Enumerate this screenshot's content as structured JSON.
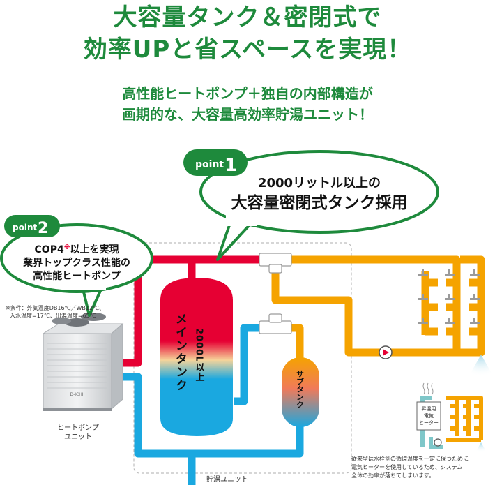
{
  "header": {
    "title_line1": "大容量タンク＆密閉式で",
    "title_line2": "効率UPと省スペースを実現！",
    "subtitle_line1": "高性能ヒートポンプ＋独自の内部構造が",
    "subtitle_line2": "画期的な、大容量高効率貯湯ユニット！"
  },
  "point1": {
    "badge_word": "point",
    "badge_num": "1",
    "line1": "2000リットル以上の",
    "line2": "大容量密閉式タンク採用"
  },
  "point2": {
    "badge_word": "point",
    "badge_num": "2",
    "line1_a": "COP4",
    "line1_mark": "※",
    "line1_b": "以上を実現",
    "line2": "業界トップクラス性能の",
    "line3": "高性能ヒートポンプ"
  },
  "condition_note": {
    "line1": "※条件：外気温度DB16℃／WB12℃、",
    "line2": "入水温度=17℃、出湯温度=65℃"
  },
  "heat_pump": {
    "brand": "D-ICHI",
    "label_line1": "ヒートポンプ",
    "label_line2": "ユニット"
  },
  "main_tank": {
    "label": "メインタンク",
    "capacity": "2000L以上"
  },
  "sub_tank": {
    "label": "サブタンク"
  },
  "storage_unit_label": "貯湯ユニット",
  "inset": {
    "heater_line1": "昇温用",
    "heater_line2": "電気",
    "heater_line3": "ヒーター"
  },
  "footnote": {
    "line1": "従来型は水栓側の循環温度を一定に保つために",
    "line2": "電気ヒーターを使用しているため、システム",
    "line3": "全体の効率が落ちてしまいます。"
  },
  "colors": {
    "green": "#1e8a3c",
    "hot_red": "#e60033",
    "cold_blue": "#1aa8e0",
    "warm_yellow": "#f5a300",
    "pipe_gray": "#b0b0b0"
  }
}
